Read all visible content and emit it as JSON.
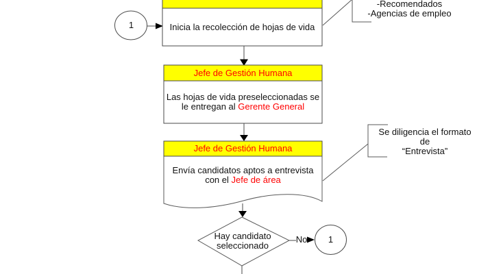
{
  "colors": {
    "header_fill": "#FFFF00",
    "highlight_text": "#FF0000",
    "line": "#5a5a5a"
  },
  "start_connector": {
    "label": "1"
  },
  "process_collect": {
    "body": "Inicia la recolección de hojas de vida"
  },
  "annotation_sources": {
    "line1": "-Recomendados",
    "line2": "-Agencias de empleo"
  },
  "process_preselect": {
    "header": "Jefe de Gestión Humana",
    "line1": "Las hojas de vida preseleccionadas se",
    "line2_prefix": "le entregan al ",
    "line2_highlight": "Gerente General"
  },
  "document_send": {
    "header": "Jefe de Gestión Humana",
    "line1": "Envía candidatos aptos a entrevista",
    "line2_prefix": "con el ",
    "line2_highlight": "Jefe de área"
  },
  "annotation_interview": {
    "line1": "Se diligencia el formato de",
    "line2": "“Entrevista”"
  },
  "decision_candidate": {
    "line1": "Hay candidato",
    "line2": "seleccionado"
  },
  "no_branch": {
    "label": "No"
  },
  "end_connector": {
    "label": "1"
  }
}
